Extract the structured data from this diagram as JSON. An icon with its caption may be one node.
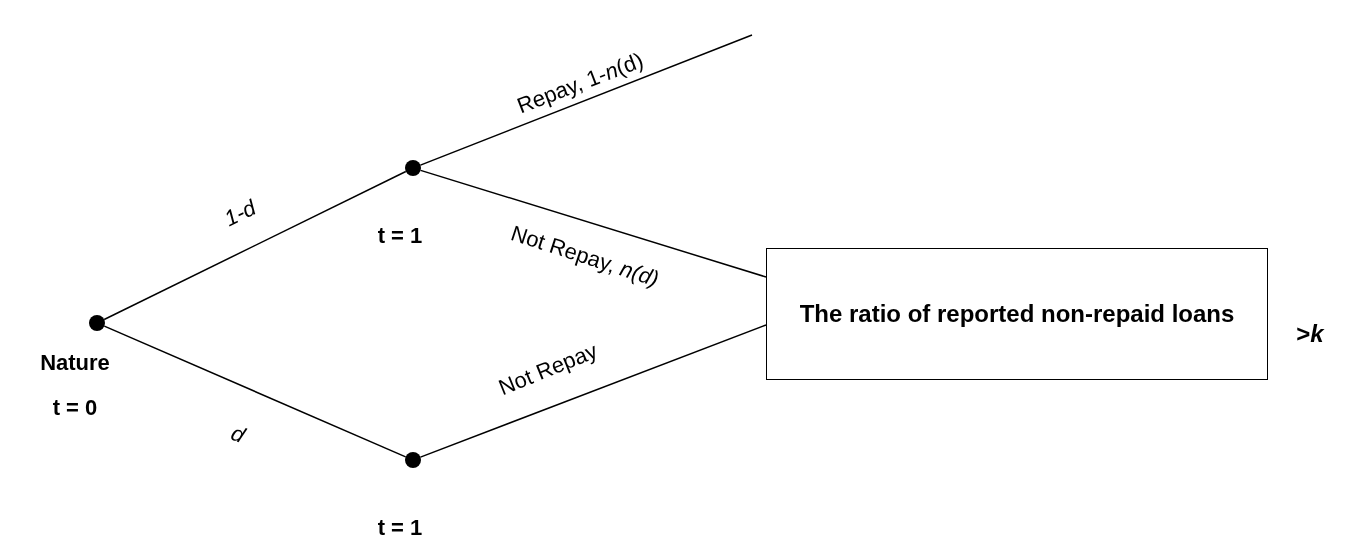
{
  "diagram": {
    "nodes": [
      {
        "text": [],
        "shape": "circle",
        "beside": [
          "Nature",
          "t = 0"
        ]
      },
      {
        "text": [],
        "shape": "circle",
        "beside": [
          "t = 1"
        ]
      },
      {
        "text": [],
        "shape": "circle",
        "beside": [
          "t = 1"
        ]
      },
      {
        "text": [
          "The ratio of reported non-repaid loans"
        ]
      }
    ],
    "edges": [
      {
        "from": 0,
        "to": 1,
        "arrow": "none",
        "label": "1-d"
      },
      {
        "from": 0,
        "to": 2,
        "arrow": "none",
        "label": "d"
      },
      {
        "from": 1,
        "to": null,
        "arrow": "none",
        "label": "Repay, 1-*n*(d)"
      },
      {
        "from": 1,
        "to": 3,
        "arrow": "none",
        "label": "Not Repay, *n(d)*"
      },
      {
        "from": 2,
        "to": 3,
        "arrow": "none",
        "label": "Not Repay"
      }
    ],
    "labels": [
      ">*k*"
    ]
  }
}
